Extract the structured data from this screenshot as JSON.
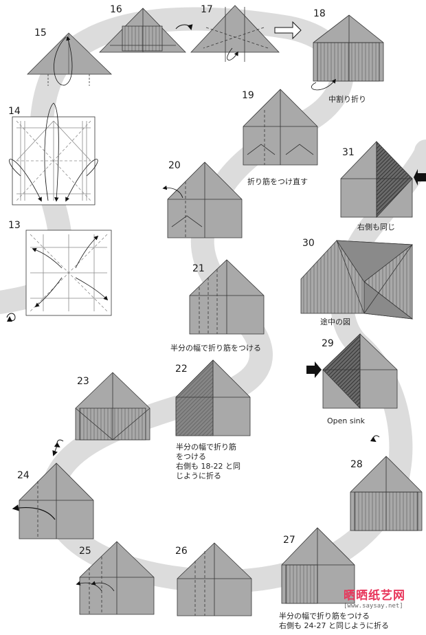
{
  "steps": {
    "s13": "13",
    "s14": "14",
    "s15": "15",
    "s16": "16",
    "s17": "17",
    "s18": "18",
    "s19": "19",
    "s20": "20",
    "s21": "21",
    "s22": "22",
    "s23": "23",
    "s24": "24",
    "s25": "25",
    "s26": "26",
    "s27": "27",
    "s28": "28",
    "s29": "29",
    "s30": "30",
    "s31": "31"
  },
  "captions": {
    "c18": "中割り折り",
    "c19": "折り筋をつけ直す",
    "c31": "右側も同じ",
    "c30": "途中の図",
    "c21": "半分の幅で折り筋をつける",
    "c29": "Open sink",
    "c22_line1": "半分の幅で折り筋",
    "c22_line2": "をつける",
    "c22_line3": "右側も 18-22 と同",
    "c22_line4": "じように折る",
    "c27_line1": "半分の幅で折り筋をつける",
    "c27_line2": "右側も 24-27 と同じように折る"
  },
  "watermark": {
    "brand": "晒晒纸艺网",
    "url": "[www.saysay.net]"
  },
  "colors": {
    "paper": "#a9a9a9",
    "paper_dark": "#5a5a5a",
    "path": "#dcdcdc",
    "brand": "#e8355a"
  }
}
